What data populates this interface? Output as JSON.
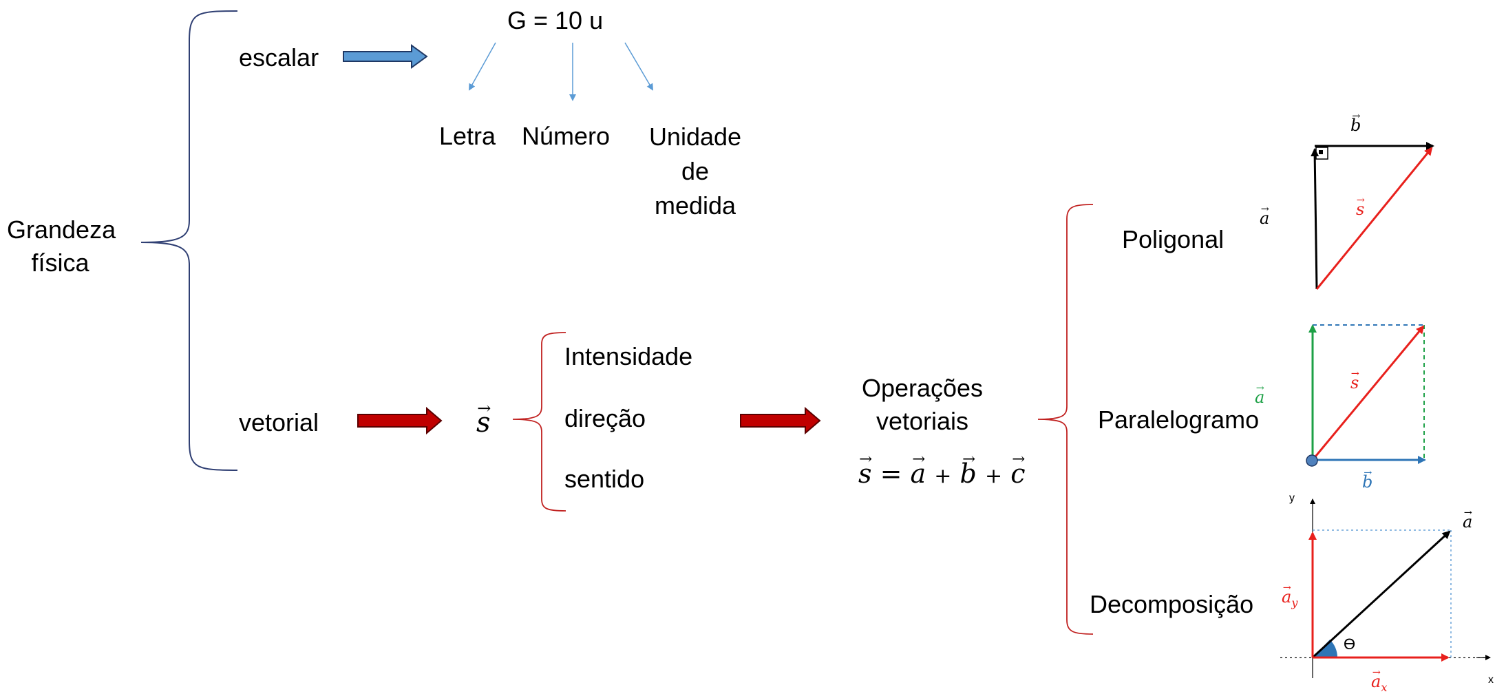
{
  "root": {
    "label_line1": "Grandeza",
    "label_line2": "física"
  },
  "scalar": {
    "label": "escalar",
    "example": "G = 10 u",
    "parts": [
      "Letra",
      "Número",
      "Unidade"
    ],
    "unit_line2": "de",
    "unit_line3": "medida"
  },
  "vector": {
    "label": "vetorial",
    "symbol": "s",
    "properties": [
      "Intensidade",
      "direção",
      "sentido"
    ],
    "operations_line1": "Operações",
    "operations_line2": "vetoriais",
    "sum_formula": [
      "s",
      "=",
      "a",
      "+",
      "b",
      "+",
      "c"
    ]
  },
  "methods": [
    "Poligonal",
    "Paralelogramo",
    "Decomposição"
  ],
  "figures": {
    "poligonal": {
      "a": "a",
      "b": "b",
      "s": "s"
    },
    "paralelogramo": {
      "a": "a",
      "b": "b",
      "s": "s"
    },
    "decomposicao": {
      "y_axis": "y",
      "x_axis": "x",
      "a": "a",
      "ay": "a",
      "ay_sub": "y",
      "ax": "a",
      "ax_sub": "x",
      "theta": "ϴ"
    }
  },
  "colors": {
    "brace_blue": "#2f3f73",
    "brace_red": "#c0201f",
    "arrow_blue": "#5b9bd5",
    "arrow_red": "#c00000",
    "vec_red": "#e8201c",
    "vec_green": "#1da046",
    "vec_blue": "#2e75b6",
    "grid_blue": "#6aa4d8"
  }
}
